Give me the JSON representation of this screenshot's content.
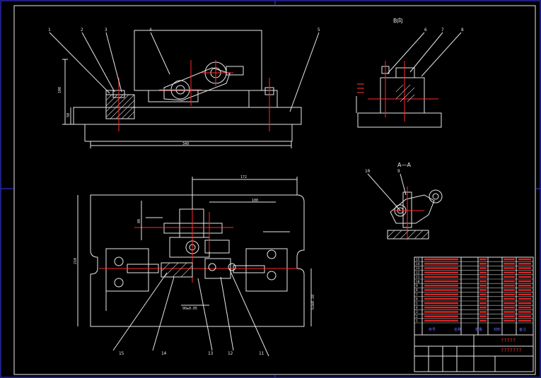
{
  "views": {
    "b_view_title": "B向",
    "section_title": "A—A"
  },
  "dimensions": {
    "front_width": "340",
    "front_height": "100",
    "front_base": "50",
    "plan_top": "172",
    "plan_mid": "100",
    "plan_left_h": "210",
    "plan_depth": "80",
    "plan_right": "63±0.10",
    "plan_small_l": "90±0.05"
  },
  "part_labels": [
    "1",
    "2",
    "3",
    "4",
    "5",
    "6",
    "7",
    "8",
    "9",
    "10",
    "11",
    "12",
    "13",
    "14",
    "15"
  ],
  "bom": {
    "row_numbers": [
      "15",
      "14",
      "13",
      "12",
      "11",
      "10",
      "9",
      "8",
      "7",
      "6",
      "5",
      "4",
      "3",
      "2",
      "1"
    ],
    "header": [
      "序号",
      "名称",
      "数量",
      "材料",
      "备注"
    ],
    "drawing_name": "?????",
    "drawing_code": "???????"
  },
  "colors": {
    "line": "#e8e8e8",
    "accent": "#ff2a2a",
    "frame": "#3a3aff",
    "background": "#000000"
  }
}
